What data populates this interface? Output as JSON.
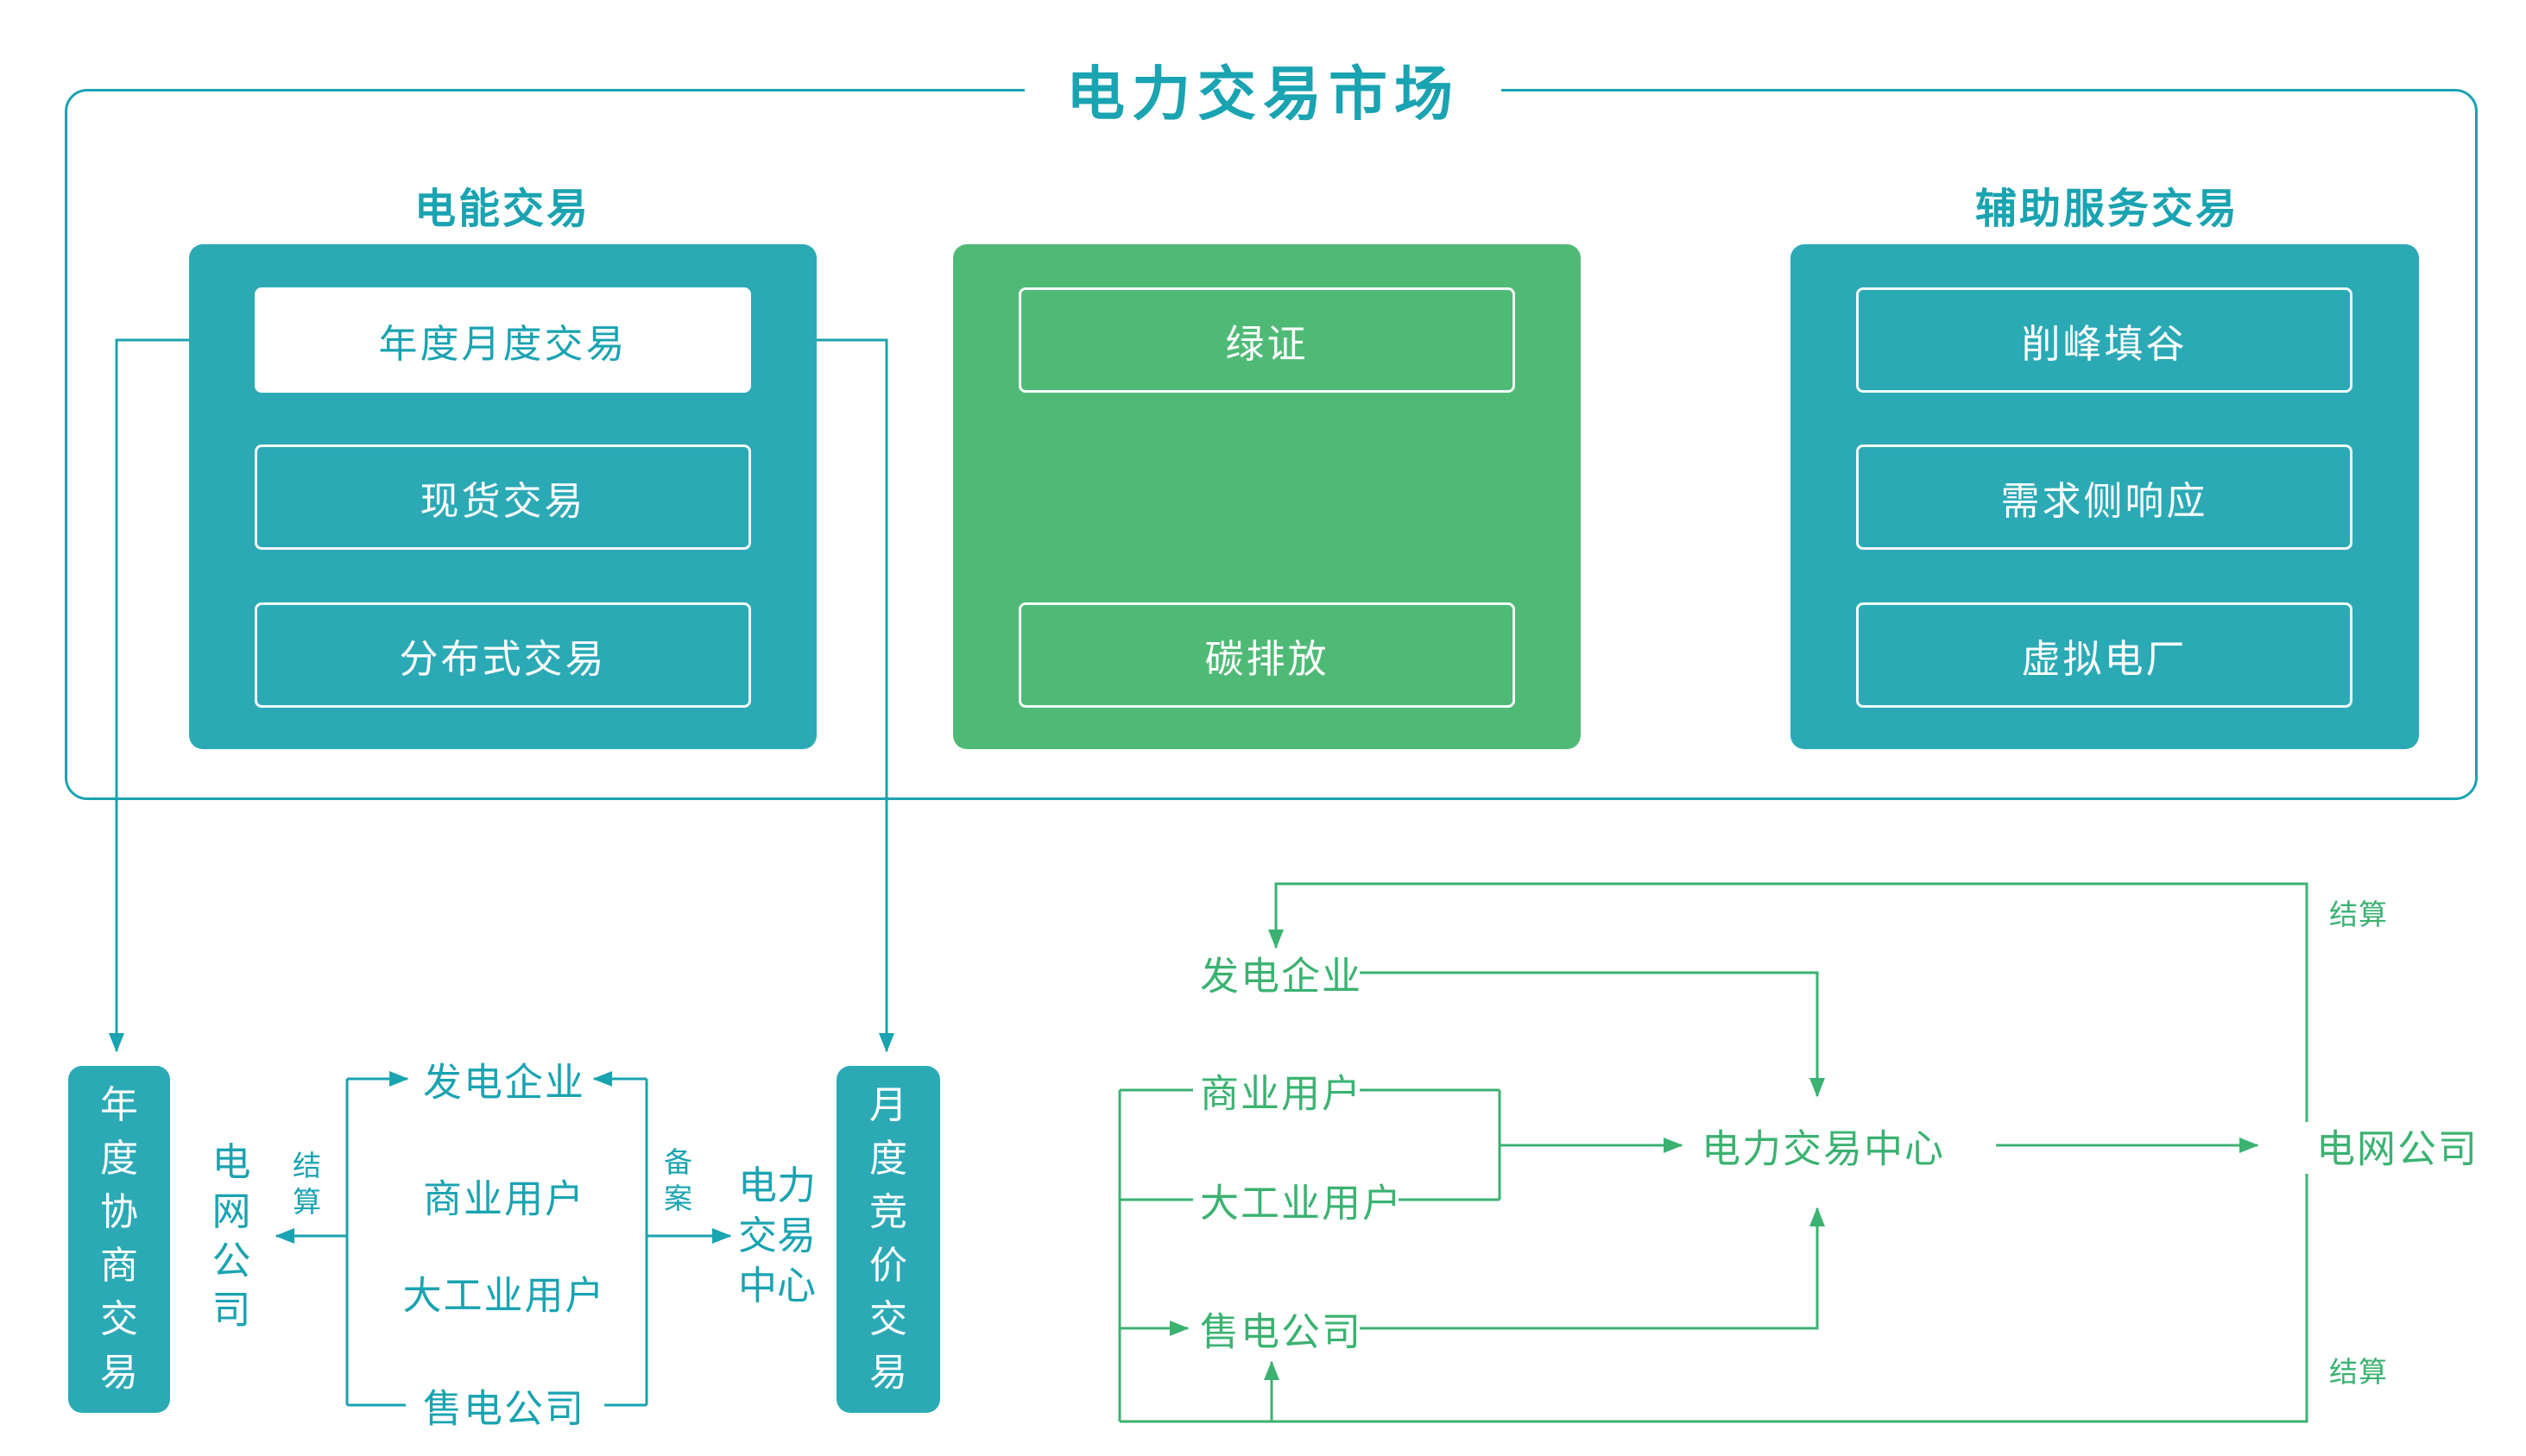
{
  "title": "电力交易市场",
  "colors": {
    "teal_fill": "#2baab6",
    "teal_text": "#1aa3b1",
    "green_fill": "#4fba76",
    "green_text": "#3bb271"
  },
  "market": {
    "energy_header": "电能交易",
    "aux_header": "辅助服务交易",
    "energy_items": [
      "年度月度交易",
      "现货交易",
      "分布式交易"
    ],
    "certificate_items": [
      "绿证",
      "碳排放"
    ],
    "aux_items": [
      "削峰填谷",
      "需求侧响应",
      "虚拟电厂"
    ]
  },
  "left_flow": {
    "annual_negotiation": "年度协商交易",
    "monthly_bidding": "月度竞价交易",
    "grid_company": "电网公司",
    "settlement": "结算",
    "filing": "备案",
    "power_trading_center": "电力交易中心",
    "generators": "发电企业",
    "commercial_users": "商业用户",
    "industrial_users": "大工业用户",
    "retail_companies": "售电公司"
  },
  "right_flow": {
    "generators": "发电企业",
    "commercial_users": "商业用户",
    "industrial_users": "大工业用户",
    "retail_companies": "售电公司",
    "power_trading_center": "电力交易中心",
    "grid_company": "电网公司",
    "settlement_top": "结算",
    "settlement_bottom": "结算"
  }
}
